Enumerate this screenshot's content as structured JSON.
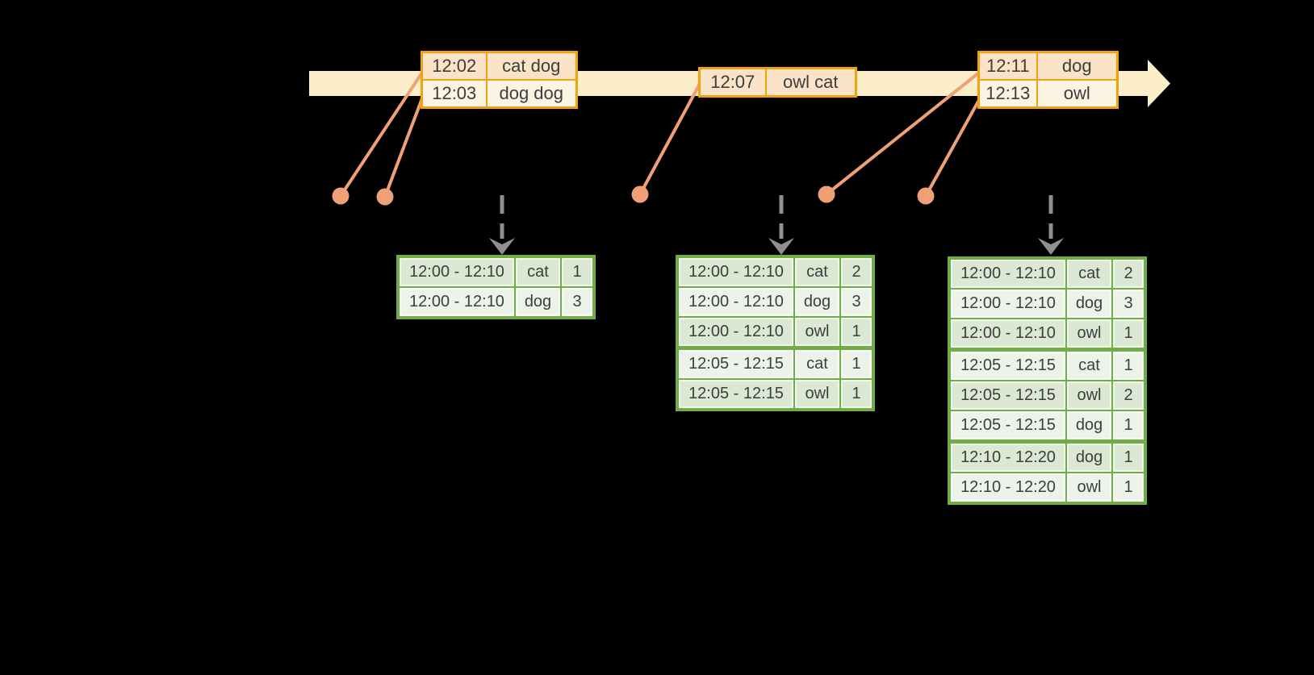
{
  "diagram": {
    "description": "windowed-grouped-aggregation-timeline",
    "background": "#000000",
    "colors": {
      "timeline_fill": "#FBEEC8",
      "event_table_border": "#F0A30A",
      "event_row_dark": "#FAE3C7",
      "event_row_light": "#FDF3E3",
      "connector_salmon": "#EFA077",
      "trigger_arrow_gray": "#8F8F8F",
      "result_table_border": "#70AD47",
      "result_row_dark": "#DBE8D3",
      "result_row_light": "#EEF3EA",
      "table_text": "#3D3D3D"
    }
  },
  "event_tables": [
    {
      "name": "events-1",
      "rows": [
        [
          "12:02",
          "cat dog"
        ],
        [
          "12:03",
          "dog dog"
        ]
      ]
    },
    {
      "name": "events-2",
      "rows": [
        [
          "12:07",
          "owl cat"
        ]
      ]
    },
    {
      "name": "events-3",
      "rows": [
        [
          "12:11",
          "dog"
        ],
        [
          "12:13",
          "owl"
        ]
      ]
    }
  ],
  "result_tables": [
    {
      "name": "results-1",
      "rows": [
        {
          "window": "12:00 - 12:10",
          "word": "cat",
          "count": "1"
        },
        {
          "window": "12:00 - 12:10",
          "word": "dog",
          "count": "3"
        }
      ]
    },
    {
      "name": "results-2",
      "rows": [
        {
          "window": "12:00 - 12:10",
          "word": "cat",
          "count": "2"
        },
        {
          "window": "12:00 - 12:10",
          "word": "dog",
          "count": "3"
        },
        {
          "window": "12:00 - 12:10",
          "word": "owl",
          "count": "1"
        },
        {
          "window": "12:05 - 12:15",
          "word": "cat",
          "count": "1",
          "group_start": true
        },
        {
          "window": "12:05 - 12:15",
          "word": "owl",
          "count": "1"
        }
      ]
    },
    {
      "name": "results-3",
      "rows": [
        {
          "window": "12:00 - 12:10",
          "word": "cat",
          "count": "2"
        },
        {
          "window": "12:00 - 12:10",
          "word": "dog",
          "count": "3"
        },
        {
          "window": "12:00 - 12:10",
          "word": "owl",
          "count": "1"
        },
        {
          "window": "12:05 - 12:15",
          "word": "cat",
          "count": "1",
          "group_start": true
        },
        {
          "window": "12:05 - 12:15",
          "word": "owl",
          "count": "2"
        },
        {
          "window": "12:05 - 12:15",
          "word": "dog",
          "count": "1"
        },
        {
          "window": "12:10 - 12:20",
          "word": "dog",
          "count": "1",
          "group_start": true
        },
        {
          "window": "12:10 - 12:20",
          "word": "owl",
          "count": "1"
        }
      ]
    }
  ]
}
